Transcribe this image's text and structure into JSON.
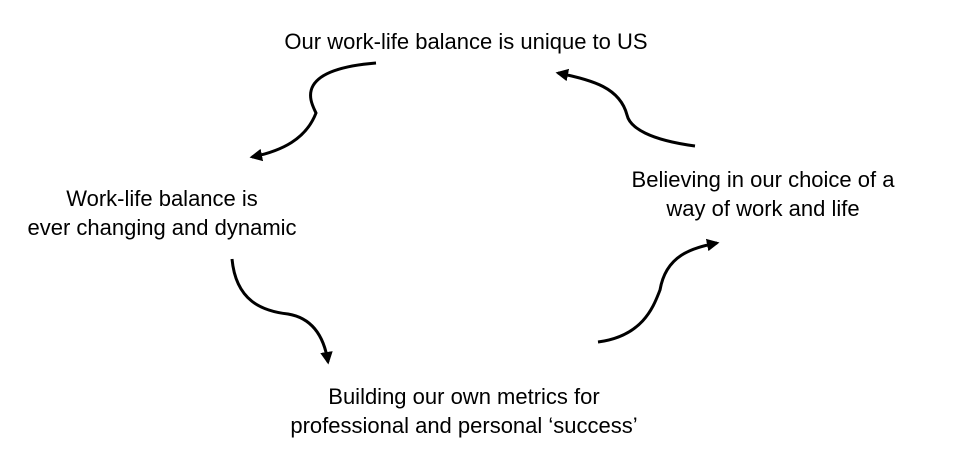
{
  "diagram": {
    "type": "cycle",
    "nodes": [
      {
        "id": "top",
        "lines": [
          "Our work-life balance is unique to US"
        ]
      },
      {
        "id": "left",
        "lines": [
          "Work-life balance is",
          "ever changing and dynamic"
        ]
      },
      {
        "id": "bottom",
        "lines": [
          "Building our own metrics for",
          "professional and personal ‘success’"
        ]
      },
      {
        "id": "right",
        "lines": [
          "Believing in our choice of a",
          "way of work and life"
        ]
      }
    ],
    "edges": [
      {
        "from": "top",
        "to": "left"
      },
      {
        "from": "left",
        "to": "bottom"
      },
      {
        "from": "bottom",
        "to": "right"
      },
      {
        "from": "right",
        "to": "top"
      }
    ],
    "colors": {
      "text": "#000000",
      "arrow": "#000000",
      "background": "#ffffff"
    }
  }
}
